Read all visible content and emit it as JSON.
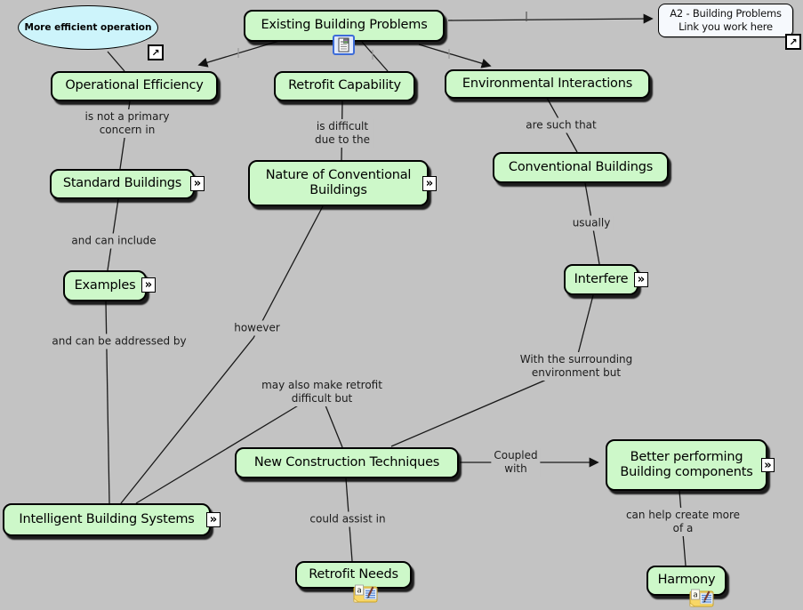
{
  "colors": {
    "canvas": "#c3c3c3",
    "node_fill": "#cdf8c9",
    "node_border": "#000000",
    "ellipse_fill": "#cdf4fb",
    "note_fill": "#f6f9fd",
    "phrase_text": "#1c1c1c"
  },
  "nodes": {
    "existing_building_problems": "Existing Building Problems",
    "operational_efficiency": "Operational Efficiency",
    "retrofit_capability": "Retrofit Capability",
    "environmental_interactions": "Environmental Interactions",
    "standard_buildings": "Standard Buildings",
    "nature_of_conventional_buildings": "Nature of Conventional\nBuildings",
    "conventional_buildings": "Conventional Buildings",
    "examples": "Examples",
    "interfere": "Interfere",
    "new_construction_techniques": "New Construction Techniques",
    "better_performing_building_components": "Better performing\nBuilding components",
    "intelligent_building_systems": "Intelligent Building Systems",
    "retrofit_needs": "Retrofit Needs",
    "harmony": "Harmony",
    "more_efficient_operation": "More efficient operation"
  },
  "annotation_note": {
    "text": "A2 - Building Problems\nLink you work here"
  },
  "phrases": {
    "is_not_a_primary_concern_in": "is not a primary\nconcern in",
    "is_difficult_due_to_the": "is difficult\ndue to the",
    "are_such_that": "are such that",
    "usually": "usually",
    "and_can_include": "and can include",
    "and_can_be_addressed_by": "and can be addressed by",
    "however": "however",
    "may_also_make_retrofit_difficult_but": "may also make retrofit\ndifficult but",
    "with_the_surrounding_environment_but": "With the surrounding\nenvironment but",
    "could_assist_in": "could assist in",
    "coupled_with": "Coupled\nwith",
    "can_help_create_more_of_a": "can help create more of a"
  },
  "icons": {
    "chevron": "»",
    "link_arrow": "↗",
    "annotation_letter": "a"
  },
  "connections": [
    {
      "from": "Existing Building Problems",
      "phrase": "",
      "to": "Operational Efficiency"
    },
    {
      "from": "Existing Building Problems",
      "phrase": "",
      "to": "Retrofit Capability"
    },
    {
      "from": "Existing Building Problems",
      "phrase": "",
      "to": "Environmental Interactions"
    },
    {
      "from": "Existing Building Problems",
      "phrase": "",
      "to": "A2 - Building Problems Link you work here"
    },
    {
      "from": "More efficient operation",
      "phrase": "",
      "to": "Operational Efficiency"
    },
    {
      "from": "Operational Efficiency",
      "phrase": "is not a primary concern in",
      "to": "Standard Buildings"
    },
    {
      "from": "Standard Buildings",
      "phrase": "and can include",
      "to": "Examples"
    },
    {
      "from": "Examples",
      "phrase": "and can be addressed by",
      "to": "Intelligent Building Systems"
    },
    {
      "from": "Retrofit Capability",
      "phrase": "is difficult due to the",
      "to": "Nature of Conventional Buildings"
    },
    {
      "from": "Nature of Conventional Buildings",
      "phrase": "however",
      "to": "Intelligent Building Systems"
    },
    {
      "from": "New Construction Techniques",
      "phrase": "may also make retrofit difficult but",
      "to": "Intelligent Building Systems"
    },
    {
      "from": "Environmental Interactions",
      "phrase": "are such that",
      "to": "Conventional Buildings"
    },
    {
      "from": "Conventional Buildings",
      "phrase": "usually",
      "to": "Interfere"
    },
    {
      "from": "Interfere",
      "phrase": "With the surrounding environment but",
      "to": "New Construction Techniques"
    },
    {
      "from": "New Construction Techniques",
      "phrase": "Coupled with",
      "to": "Better performing Building components"
    },
    {
      "from": "New Construction Techniques",
      "phrase": "could assist in",
      "to": "Retrofit Needs"
    },
    {
      "from": "Better performing Building components",
      "phrase": "can help create more of a",
      "to": "Harmony"
    }
  ]
}
